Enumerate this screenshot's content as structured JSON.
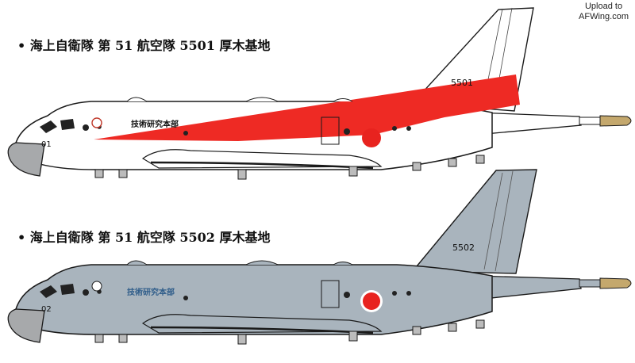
{
  "watermark": {
    "line1": "Upload to",
    "line2": "AFWing.com"
  },
  "aircraft": [
    {
      "caption": "• 海上自衛隊 第 51 航空隊 5501 厚木基地",
      "tail_number": "5501",
      "nose_number": "01",
      "fuselage_text": "技術研究本部",
      "scheme": "white with red cheatline"
    },
    {
      "caption": "• 海上自衛隊 第 51 航空隊 5502 厚木基地",
      "tail_number": "5502",
      "nose_number": "02",
      "fuselage_text": "技術研究本部",
      "scheme": "grey"
    }
  ],
  "colors": {
    "roundel": "#e8231f",
    "stripe": "#ee2a24",
    "grey_body": "#a9b4bd",
    "white_body": "#ffffff",
    "outline": "#1a1a1a"
  }
}
